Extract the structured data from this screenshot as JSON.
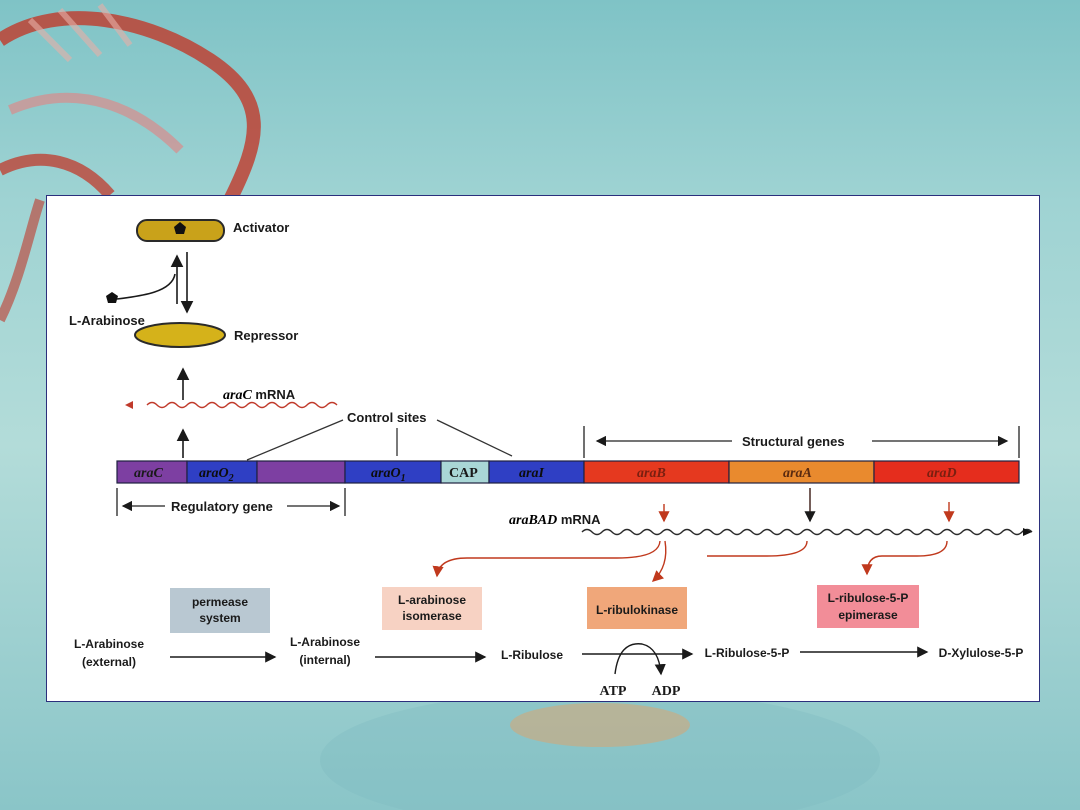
{
  "background": {
    "top_color": "#7fc3c6",
    "helix_color": "#c0392b"
  },
  "diagram": {
    "activator_label": "Activator",
    "repressor_label": "Repressor",
    "arabinose_label": "L-Arabinose",
    "arac_mrna": {
      "gene": "araC",
      "suffix": " mRNA"
    },
    "control_sites_label": "Control sites",
    "structural_genes_label": "Structural genes",
    "regulatory_gene_label": "Regulatory gene",
    "arabad_mrna": {
      "gene": "araBAD",
      "suffix": " mRNA"
    },
    "gene_segments": {
      "araC": "araC",
      "araO2_base": "araO",
      "araO2_sub": "2",
      "araO1_base": "araO",
      "araO1_sub": "1",
      "cap": "CAP",
      "araI": "araI",
      "araB": "araB",
      "araA": "araA",
      "araD": "araD"
    },
    "colors": {
      "purple": "#7d3fa2",
      "blue": "#2f3fc4",
      "cap": "#a9d7d6",
      "orange_red": "#e5391f",
      "orange": "#e98a2e",
      "red": "#e52d1d",
      "activator": "#c9a21a",
      "repressor": "#d5b21a",
      "permease_box": "#b9c8d2",
      "isomerase_box": "#f7d2c3",
      "kinase_box": "#f0a77a",
      "epimerase_box": "#f28d98"
    },
    "enzymes": {
      "permease": [
        "permease",
        "system"
      ],
      "isomerase": [
        "L-arabinose",
        "isomerase"
      ],
      "kinase": [
        "L-ribulokinase"
      ],
      "epimerase": [
        "L-ribulose-5-P",
        "epimerase"
      ]
    },
    "pathway": {
      "ext": [
        "L-Arabinose",
        "(external)"
      ],
      "int": [
        "L-Arabinose",
        "(internal)"
      ],
      "ribulose": "L-Ribulose",
      "ribulose5p": "L-Ribulose-5-P",
      "xylulose5p": "D-Xylulose-5-P",
      "atp": "ATP",
      "adp": "ADP"
    }
  }
}
